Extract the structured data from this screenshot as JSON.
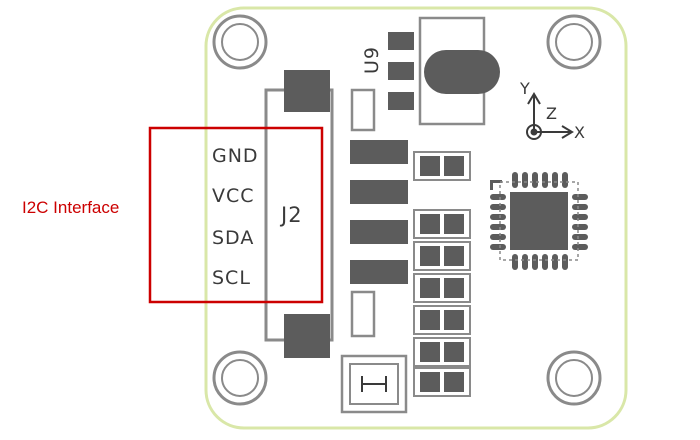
{
  "caption": {
    "text": "I2C Interface",
    "color": "#cc0000"
  },
  "connector": {
    "ref": "J2",
    "pins": [
      "GND",
      "VCC",
      "SDA",
      "SCL"
    ]
  },
  "regulator": {
    "ref": "U9"
  },
  "axes": {
    "y": "Y",
    "z": "Z",
    "x": "X"
  },
  "colors": {
    "board_outline": "#d9e7a8",
    "silkscreen": "#8a8a8a",
    "pad": "#5c5c5c",
    "highlight_box": "#cc0000"
  }
}
